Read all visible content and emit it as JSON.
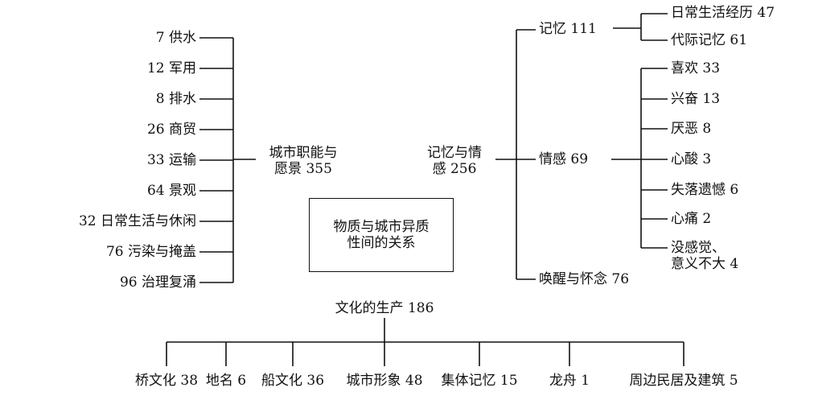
{
  "colors": {
    "line": "#111111",
    "text": "#111111",
    "background": "#ffffff"
  },
  "center_box": {
    "line1": "物质与城市异质",
    "line2": "性间的关系"
  },
  "left_group": {
    "label_line1": "城市职能与",
    "label_line2": "愿景 355",
    "items": [
      "7 供水",
      "12 军用",
      "8 排水",
      "26 商贸",
      "33 运输",
      "64 景观",
      "32 日常生活与休闲",
      "76 污染与掩盖",
      "96 治理复涌"
    ]
  },
  "right_group": {
    "label_line1": "记忆与情",
    "label_line2": "感 256",
    "memory": {
      "label": "记忆 111",
      "items": [
        "日常生活经历 47",
        "代际记忆 61"
      ]
    },
    "emotion": {
      "label": "情感 69",
      "items": [
        "喜欢 33",
        "兴奋 13",
        "厌恶 8",
        "心酸 3",
        "失落遗憾 6",
        "心痛 2"
      ],
      "last_line1": "没感觉、",
      "last_line2": "意义不大 4"
    },
    "awakening": {
      "label": "唤醒与怀念 76"
    }
  },
  "bottom_group": {
    "label": "文化的生产 186",
    "items": [
      "桥文化 38",
      "地名 6",
      "船文化 36",
      "城市形象 48",
      "集体记忆 15",
      "龙舟 1",
      "周边民居及建筑 5"
    ]
  }
}
